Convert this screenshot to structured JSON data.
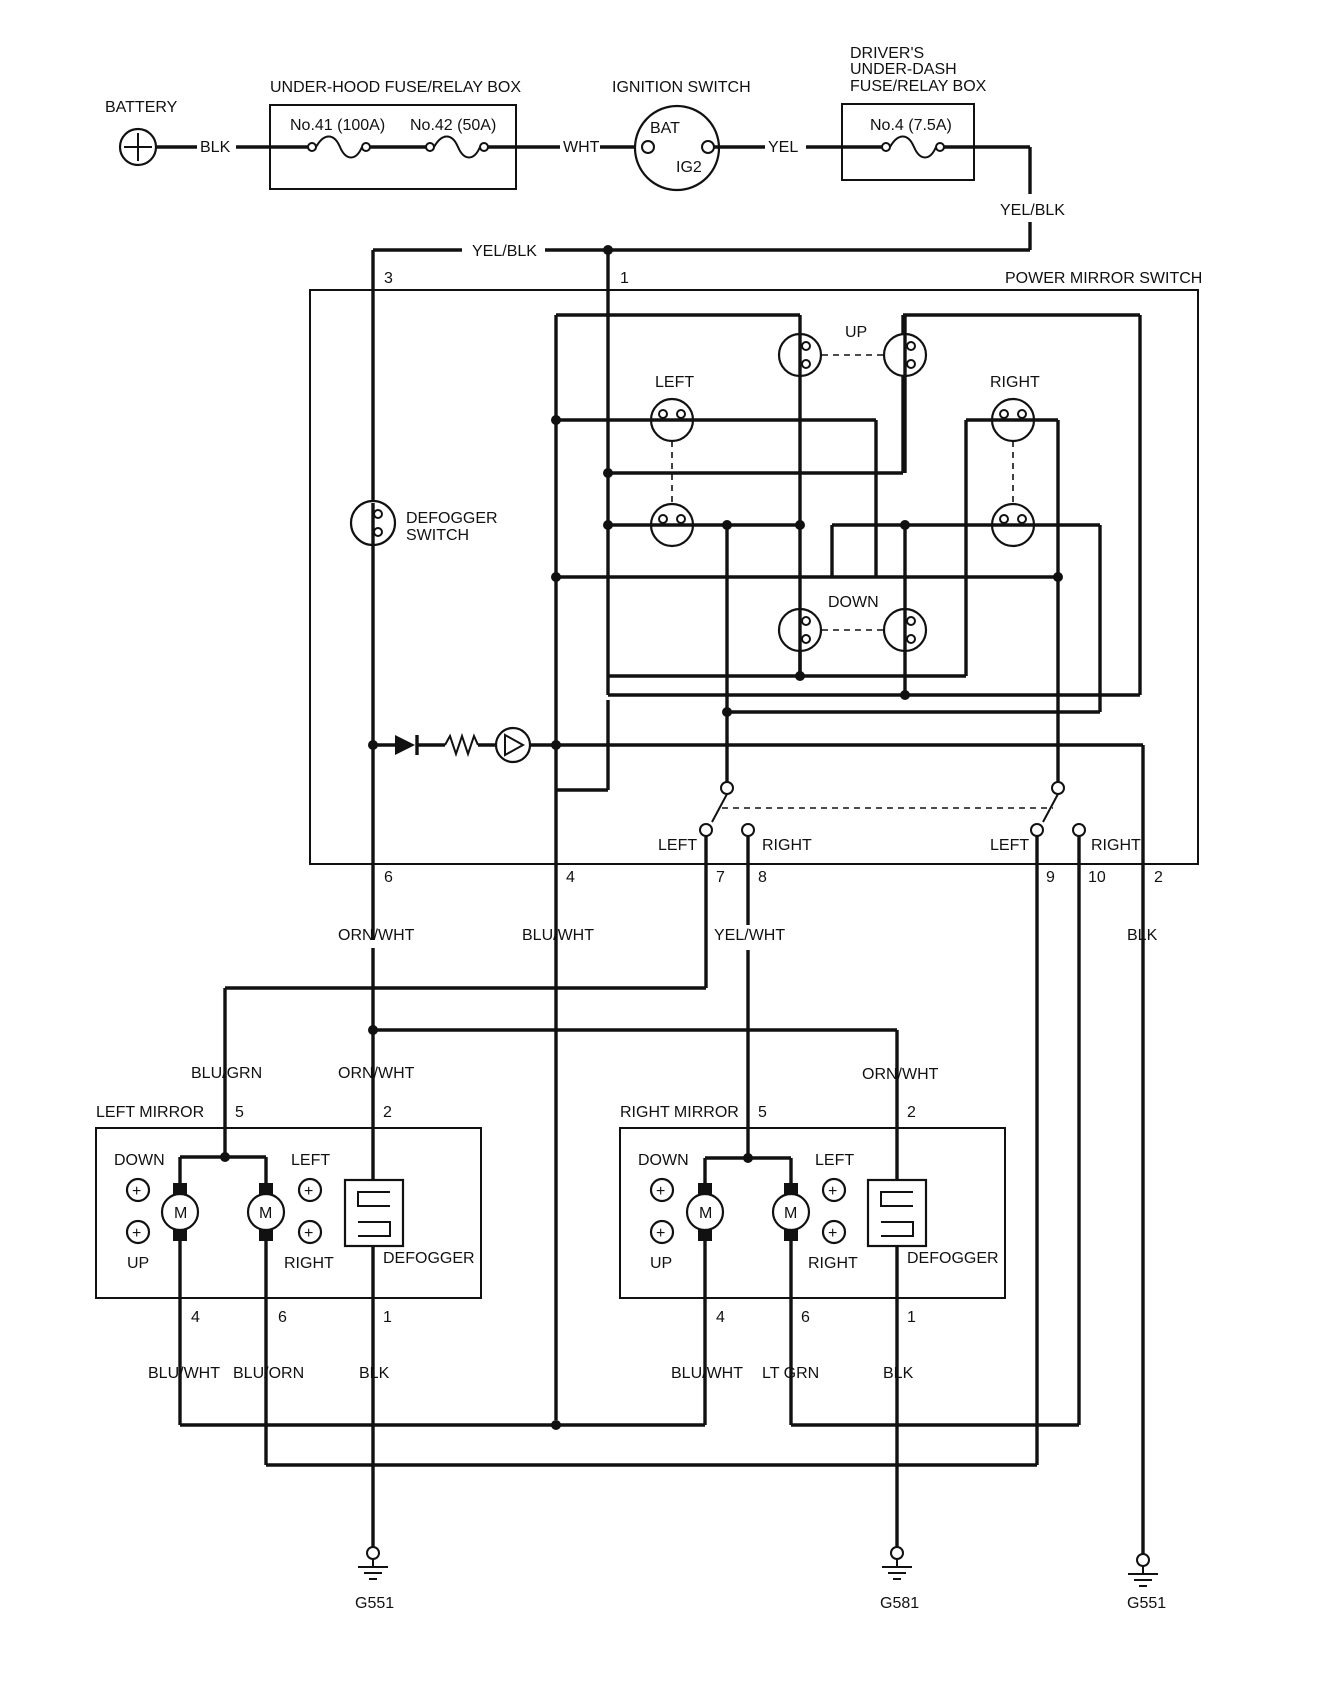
{
  "components": {
    "battery": "BATTERY",
    "underhood_box": "UNDER-HOOD FUSE/RELAY BOX",
    "fuse41": "No.41 (100A)",
    "fuse42": "No.42 (50A)",
    "ignition_switch": "IGNITION SWITCH",
    "bat": "BAT",
    "ig2": "IG2",
    "underdash_line1": "DRIVER'S",
    "underdash_line2": "UNDER-DASH",
    "underdash_line3": "FUSE/RELAY BOX",
    "fuse4": "No.4 (7.5A)",
    "power_mirror_switch": "POWER MIRROR SWITCH",
    "up": "UP",
    "down": "DOWN",
    "left": "LEFT",
    "right": "RIGHT",
    "defogger_switch_1": "DEFOGGER",
    "defogger_switch_2": "SWITCH",
    "left_mirror": "LEFT MIRROR",
    "right_mirror": "RIGHT MIRROR",
    "defogger": "DEFOGGER",
    "motor": "M",
    "plus": "+"
  },
  "wires": {
    "blk": "BLK",
    "wht": "WHT",
    "yel": "YEL",
    "yel_blk": "YEL/BLK",
    "orn_wht": "ORN/WHT",
    "blu_wht": "BLU/WHT",
    "yel_wht": "YEL/WHT",
    "blu_grn": "BLU/GRN",
    "blu_orn": "BLU/ORN",
    "lt_grn": "LT GRN"
  },
  "pins": {
    "p1": "1",
    "p2": "2",
    "p3": "3",
    "p4": "4",
    "p5": "5",
    "p6": "6",
    "p7": "7",
    "p8": "8",
    "p9": "9",
    "p10": "10"
  },
  "grounds": {
    "g551": "G551",
    "g581": "G581"
  }
}
